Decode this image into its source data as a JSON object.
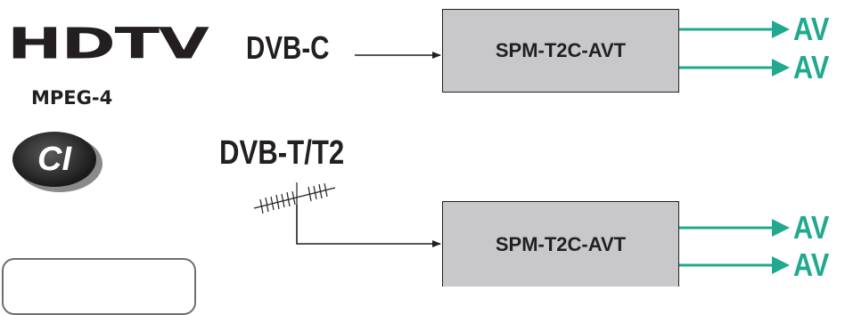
{
  "branding": {
    "hdtv_label": "HDTV",
    "mpeg_label": "MPEG-4",
    "ci_label": "CI"
  },
  "inputs": {
    "dvbc_label": "DVB-C",
    "dvbt_label": "DVB-T/T2"
  },
  "devices": {
    "top_label": "SPM-T2C-AVT",
    "bottom_label": "SPM-T2C-AVT"
  },
  "outputs": {
    "top": [
      "AV",
      "AV"
    ],
    "bottom": [
      "AV",
      "AV"
    ]
  },
  "colors": {
    "output_arrow": "#1fa98f",
    "device_fill": "#c8c8ca",
    "text": "#231f20"
  },
  "icons": [
    "antenna-icon",
    "arrow-right-icon"
  ]
}
